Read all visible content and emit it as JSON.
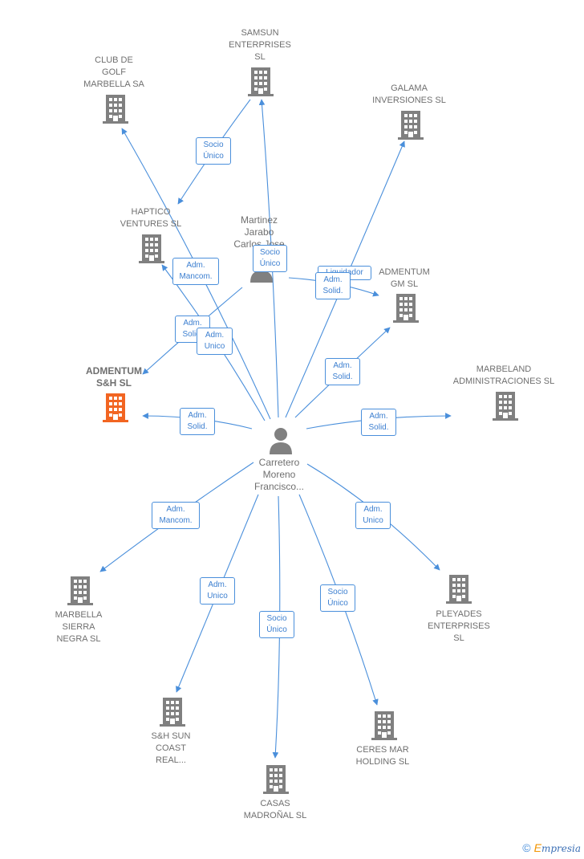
{
  "colors": {
    "edge": "#4a8fdb",
    "building": "#808080",
    "focus_building": "#f26522",
    "person": "#808080"
  },
  "nodes": {
    "samsun": "SAMSUN\nENTERPRISES\nSL",
    "club_golf": "CLUB DE\nGOLF\nMARBELLA SA",
    "galama": "GALAMA\nINVERSIONES SL",
    "haptico": "HAPTICO\nVENTURES SL",
    "martinez": "Martinez\nJarabo\nCarlos Jose",
    "admentum_gm": "ADMENTUM\nGM SL",
    "admentum_sh": "ADMENTUM\nS&H SL",
    "marbeland": "MARBELAND\nADMINISTRACIONES SL",
    "carretero": "Carretero\nMoreno\nFrancisco...",
    "marbella_sierra": "MARBELLA\nSIERRA\nNEGRA SL",
    "pleyades": "PLEYADES\nENTERPRISES\nSL",
    "sh_sun": "S&H SUN\nCOAST\nREAL...",
    "ceres": "CERES MAR\nHOLDING SL",
    "casas": "CASAS\nMADROÑAL SL"
  },
  "edges": {
    "samsun_haptico": "Socio\nÚnico",
    "martinez_samsun": "Socio\nÚnico",
    "martinez_club": "Adm.\nMancom.",
    "martinez_galama": "Liquidador",
    "martinez_admgm": "Adm.\nSolid.",
    "martinez_admsh": "Adm.\nSolid.",
    "carretero_haptico": "Adm.\nUnico",
    "carretero_admgm": "Adm.\nSolid.",
    "carretero_admsh": "Adm.\nSolid.",
    "carretero_marbeland": "Adm.\nSolid.",
    "carretero_marbella": "Adm.\nMancom.",
    "carretero_pleyades": "Adm.\nUnico",
    "carretero_shsun": "Adm.\nUnico",
    "carretero_casas": "Socio\nÚnico",
    "carretero_ceres": "Socio\nÚnico"
  },
  "footer": {
    "copyright": "©",
    "brand_first": "E",
    "brand_rest": "mpresia"
  }
}
